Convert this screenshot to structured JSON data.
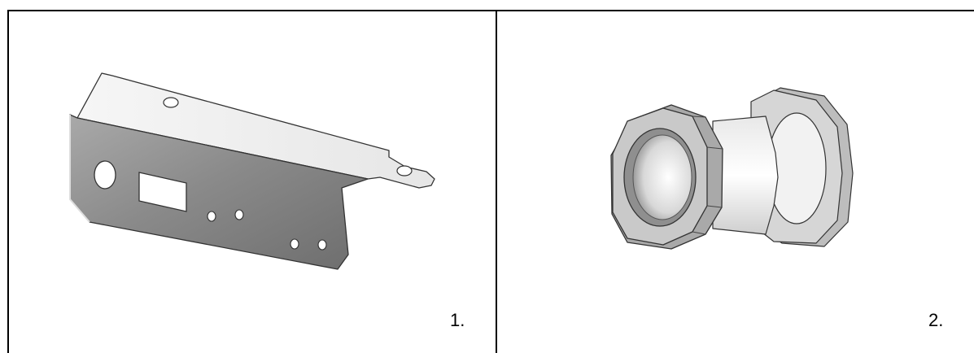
{
  "table": {
    "cells": [
      {
        "caption": "1.",
        "figure": "bracket-drawing"
      },
      {
        "caption": "2.",
        "figure": "fitting-drawing"
      }
    ]
  }
}
